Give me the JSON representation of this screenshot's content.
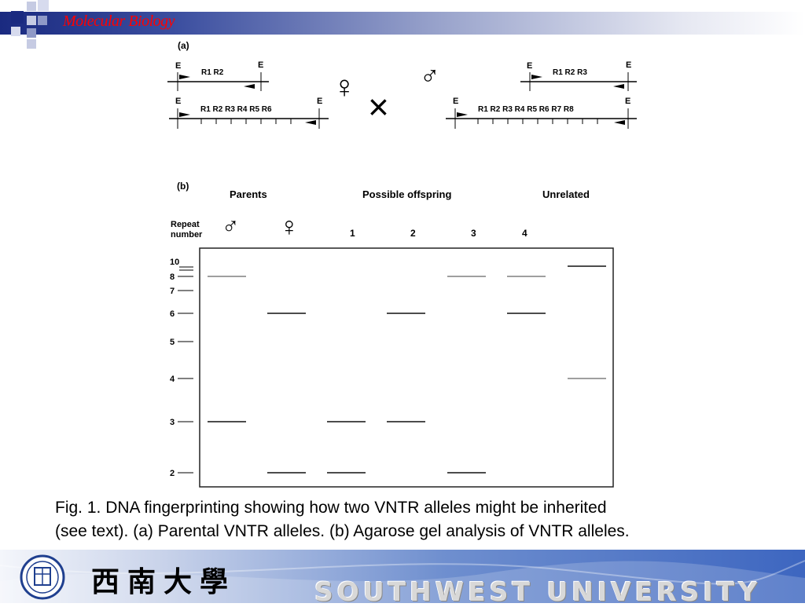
{
  "header": {
    "title": "Molecular Biology"
  },
  "figure": {
    "panel_a": {
      "label": "(a)",
      "female_short": {
        "ends": [
          "E",
          "E"
        ],
        "repeats": "R1 R2"
      },
      "female_long": {
        "ends": [
          "E",
          "E"
        ],
        "repeats": "R1 R2 R3 R4 R5 R6"
      },
      "male_short": {
        "ends": [
          "E",
          "E"
        ],
        "repeats": "R1 R2 R3"
      },
      "male_long": {
        "ends": [
          "E",
          "E"
        ],
        "repeats": "R1 R2 R3 R4 R5 R6 R7 R8"
      },
      "female_symbol": "♀",
      "male_symbol": "♂",
      "cross_symbol": "×"
    },
    "panel_b": {
      "label": "(b)",
      "group_parents": "Parents",
      "group_offspring": "Possible offspring",
      "group_unrelated": "Unrelated",
      "y_label_line1": "Repeat",
      "y_label_line2": "number",
      "lane_symbols": [
        "♂",
        "♀"
      ],
      "lane_numbers": [
        "1",
        "2",
        "3",
        "4"
      ],
      "repeat_ticks": [
        "10",
        "8",
        "7",
        "6",
        "5",
        "4",
        "3",
        "2"
      ],
      "lanes": [
        {
          "lane": "male",
          "bands": [
            8,
            3
          ]
        },
        {
          "lane": "female",
          "bands": [
            6,
            2
          ]
        },
        {
          "lane": "1",
          "bands": [
            3,
            2
          ]
        },
        {
          "lane": "2",
          "bands": [
            6,
            3
          ]
        },
        {
          "lane": "3",
          "bands": [
            8,
            2
          ]
        },
        {
          "lane": "4",
          "bands": [
            8,
            6
          ]
        },
        {
          "lane": "unrelated",
          "bands": [
            9,
            4
          ]
        }
      ]
    }
  },
  "caption": {
    "line1": "Fig. 1. DNA fingerprinting showing how two VNTR alleles might be inherited",
    "line2": "(see text). (a) Parental VNTR alleles. (b) Agarose gel analysis of VNTR alleles."
  },
  "footer": {
    "university_cn": "西南大學",
    "university_en": "SOUTHWEST UNIVERSITY"
  },
  "colors": {
    "title": "#ff0000",
    "header_dark": "#1a2a80",
    "footer_blue": "#3d66c0"
  }
}
